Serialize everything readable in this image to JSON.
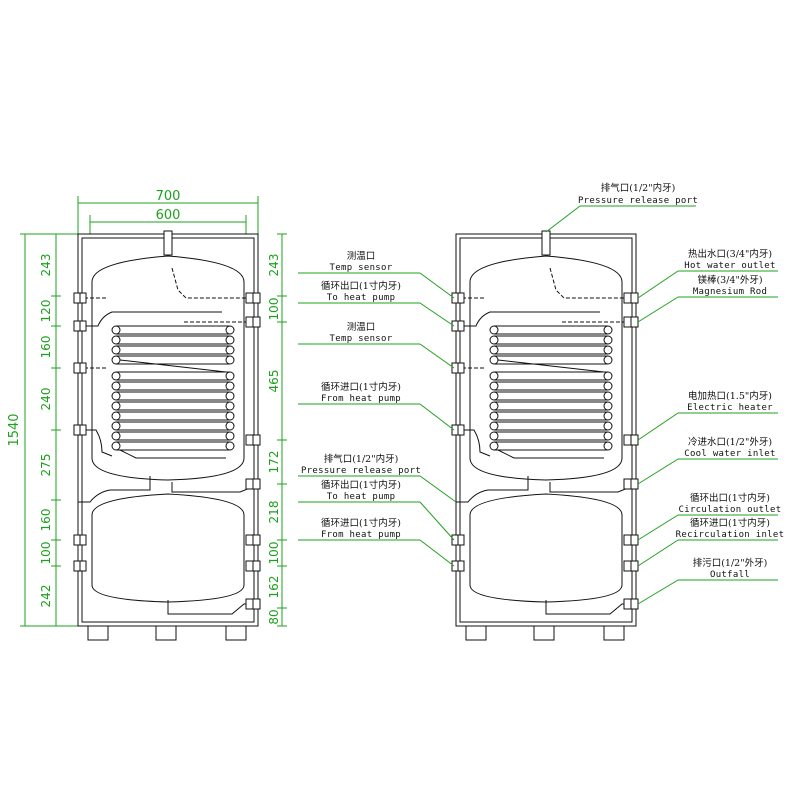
{
  "colors": {
    "dimension": "#1ea01e",
    "leader": "#1ea01e",
    "outline": "#111111"
  },
  "dimensions": {
    "width_outer": "700",
    "width_inner": "600",
    "total_height": "1540",
    "left_segments": [
      "243",
      "120",
      "160",
      "240",
      "275",
      "160",
      "100",
      "242"
    ],
    "right_segments": [
      "243",
      "100",
      "465",
      "172",
      "218",
      "100",
      "162",
      "80"
    ]
  },
  "left_labels": [
    {
      "cn": "测温口",
      "en": "Temp sensor"
    },
    {
      "cn": "循环出口(1寸内牙)",
      "en": "To heat pump"
    },
    {
      "cn": "测温口",
      "en": "Temp sensor"
    },
    {
      "cn": "循环进口(1寸内牙)",
      "en": "From heat pump"
    },
    {
      "cn": "排气口(1/2\"内牙)",
      "en": "Pressure release port"
    },
    {
      "cn": "循环出口(1寸内牙)",
      "en": "To heat pump"
    },
    {
      "cn": "循环进口(1寸内牙)",
      "en": "From heat pump"
    }
  ],
  "right_labels": [
    {
      "cn": "热出水口(3/4\"内牙)",
      "en": "Hot water outlet"
    },
    {
      "cn": "镁棒(3/4\"外牙)",
      "en": "Magnesium Rod"
    },
    {
      "cn": "电加热口(1.5\"内牙)",
      "en": "Electric heater"
    },
    {
      "cn": "冷进水口(1/2\"外牙)",
      "en": "Cool water inlet"
    },
    {
      "cn": "循环出口(1寸内牙)",
      "en": "Circulation outlet"
    },
    {
      "cn": "循环进口(1寸内牙)",
      "en": "Recirculation inlet"
    },
    {
      "cn": "排污口(1/2\"外牙)",
      "en": "Outfall"
    }
  ],
  "top_label": {
    "cn": "排气口(1/2\"内牙)",
    "en": "Pressure release port"
  }
}
